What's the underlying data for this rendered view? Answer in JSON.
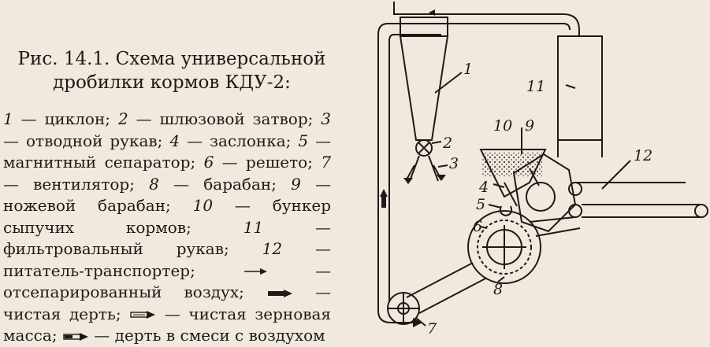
{
  "caption": {
    "title_line1": "Рис. 14.1. Схема универсальной",
    "title_line2": "дробилки кормов КДУ-2:",
    "legend": [
      {
        "num": "1",
        "text": "циклон"
      },
      {
        "num": "2",
        "text": "шлюзовой затвор"
      },
      {
        "num": "3",
        "text": "отводной рукав"
      },
      {
        "num": "4",
        "text": "заслонка"
      },
      {
        "num": "5",
        "text": "магнитный сепаратор"
      },
      {
        "num": "6",
        "text": "решето"
      },
      {
        "num": "7",
        "text": "вентилятор"
      },
      {
        "num": "8",
        "text": "барабан"
      },
      {
        "num": "9",
        "text": "ножевой барабан"
      },
      {
        "num": "10",
        "text": "бункер сыпучих кормов"
      },
      {
        "num": "11",
        "text": "фильтровальный рукав"
      },
      {
        "num": "12",
        "text": "питатель-транспортер"
      }
    ],
    "arrows": [
      {
        "style": "thin",
        "text": "отсепарированный воздух"
      },
      {
        "style": "solid",
        "text": "чистая дерть"
      },
      {
        "style": "hollow",
        "text": "чистая зерновая масса"
      },
      {
        "style": "mixed",
        "text": "дерть в смеси с воздухом"
      }
    ],
    "dash": "—"
  },
  "diagram": {
    "labels": {
      "l1": "1",
      "l2": "2",
      "l3": "3",
      "l4": "4",
      "l5": "5",
      "l6": "6",
      "l7": "7",
      "l8": "8",
      "l9": "9",
      "l10": "10",
      "l11": "11",
      "l12": "12"
    }
  }
}
